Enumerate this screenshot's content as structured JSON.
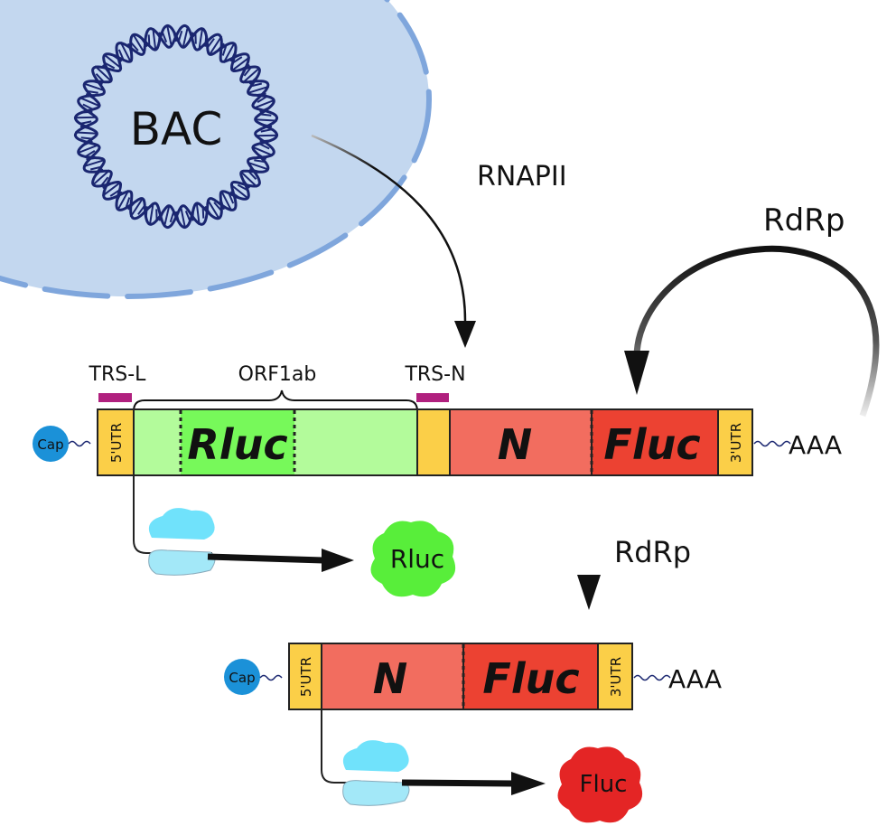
{
  "colors": {
    "cell": "#c3d7ef",
    "cell_border": "#7fa6dc",
    "dna": "#1a2670",
    "utr": "#fbcf48",
    "orf_light": "#b3fb9b",
    "rluc_box": "#77f95a",
    "n_box": "#f26d5f",
    "fluc_box": "#ec4232",
    "trs": "#b0207e",
    "cap": "#1b91d8",
    "ribosome": "#70e2fb",
    "rluc_protein": "#58ee3a",
    "fluc_protein": "#e42525"
  },
  "cell": {
    "label": "BAC"
  },
  "arrows": {
    "rnapii": "RNAPII",
    "rdrp_loop": "RdRp",
    "rdrp_down": "RdRp"
  },
  "genome": {
    "cap": "Cap",
    "utr5": "5'UTR",
    "utr3": "3'UTR",
    "polyA": "AAA",
    "trs_l": "TRS-L",
    "trs_n": "TRS-N",
    "orf1ab": "ORF1ab",
    "rluc": "Rluc",
    "n": "N",
    "fluc": "Fluc"
  },
  "subgenome": {
    "cap": "Cap",
    "utr5": "5'UTR",
    "utr3": "3'UTR",
    "polyA": "AAA",
    "n": "N",
    "fluc": "Fluc"
  },
  "products": {
    "rluc": "Rluc",
    "fluc": "Fluc"
  }
}
